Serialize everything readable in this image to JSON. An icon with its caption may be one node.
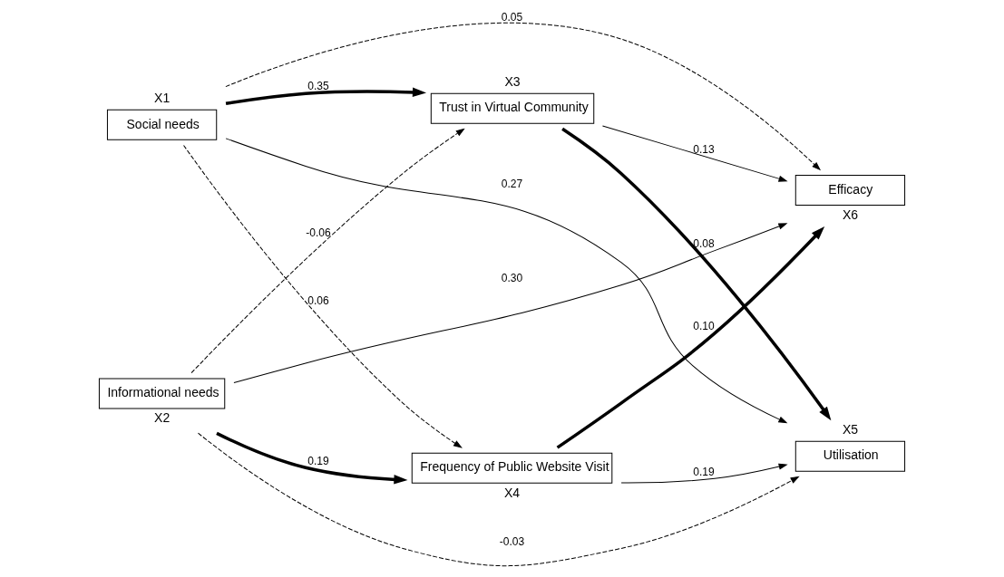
{
  "diagram": {
    "nodes": [
      {
        "text": [
          "Trust in Virtual Community"
        ],
        "beside": [
          "X3"
        ]
      },
      {
        "text": [
          "Social needs"
        ],
        "beside": [
          "X1"
        ]
      },
      {
        "text": [
          "Utilisation"
        ],
        "beside": [
          "X5"
        ]
      },
      {
        "text": [
          "Informational needs"
        ],
        "beside": [
          "X2"
        ]
      },
      {
        "text": [
          "Efficacy"
        ],
        "beside": [
          "X6"
        ]
      },
      {
        "text": [
          "Frequency of Public Website Visit"
        ],
        "beside": [
          "X4"
        ]
      }
    ],
    "edges": [
      {
        "from": 1,
        "to": 0,
        "arrow": "to",
        "label": "0.35",
        "style": "thick"
      },
      {
        "from": 3,
        "to": 0,
        "arrow": "to",
        "label": "-0.06",
        "style": "dashed"
      },
      {
        "from": 0,
        "to": 2,
        "arrow": "to",
        "label": "0.08",
        "style": "thick"
      },
      {
        "from": 0,
        "to": 4,
        "arrow": "to",
        "label": "0.13"
      },
      {
        "from": 1,
        "to": 2,
        "arrow": "to",
        "label": "0.27"
      },
      {
        "from": 1,
        "to": 4,
        "arrow": "to",
        "label": "0.05",
        "style": "dashed"
      },
      {
        "from": 1,
        "to": 5,
        "arrow": "to",
        "label": "0.06",
        "style": "dashed"
      },
      {
        "from": 3,
        "to": 2,
        "arrow": "to",
        "label": "-0.03",
        "style": "dashed"
      },
      {
        "from": 3,
        "to": 4,
        "arrow": "to",
        "label": "0.30"
      },
      {
        "from": 3,
        "to": 5,
        "arrow": "to",
        "label": "0.19",
        "style": "thick"
      },
      {
        "from": 5,
        "to": 2,
        "arrow": "to",
        "label": "0.19"
      },
      {
        "from": 5,
        "to": 4,
        "arrow": "to",
        "label": "0.10",
        "style": "thick"
      }
    ]
  }
}
